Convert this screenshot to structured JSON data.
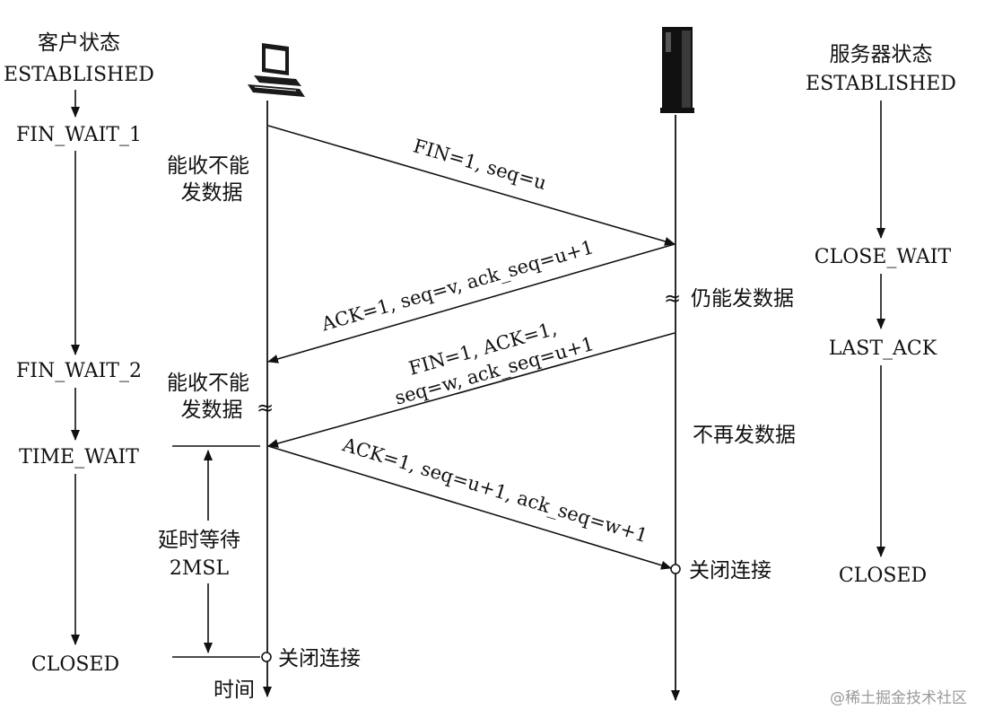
{
  "client": {
    "header": "客户状态",
    "states": [
      "ESTABLISHED",
      "FIN_WAIT_1",
      "FIN_WAIT_2",
      "TIME_WAIT",
      "CLOSED"
    ]
  },
  "server": {
    "header": "服务器状态",
    "states": [
      "ESTABLISHED",
      "CLOSE_WAIT",
      "LAST_ACK",
      "CLOSED"
    ]
  },
  "messages": [
    {
      "text": "FIN=1, seq=u"
    },
    {
      "text": "ACK=1, seq=v, ack_seq=u+1"
    },
    {
      "line1": "FIN=1, ACK=1,",
      "line2": "seq=w, ack_seq=u+1"
    },
    {
      "text": "ACK=1, seq=u+1, ack_seq=w+1"
    }
  ],
  "notes": {
    "client_half_close_1a": "能收不能",
    "client_half_close_1b": "发数据",
    "client_half_close_2a": "能收不能",
    "client_half_close_2b": "发数据",
    "wavy": "≈",
    "server_still_sending": "仍能发数据",
    "server_no_more_data": "不再发数据",
    "wait_label_1": "延时等待",
    "wait_label_2": "2MSL",
    "client_close": "关闭连接",
    "server_close": "关闭连接",
    "time_axis": "时间"
  },
  "watermark": "@稀土掘金技术社区"
}
